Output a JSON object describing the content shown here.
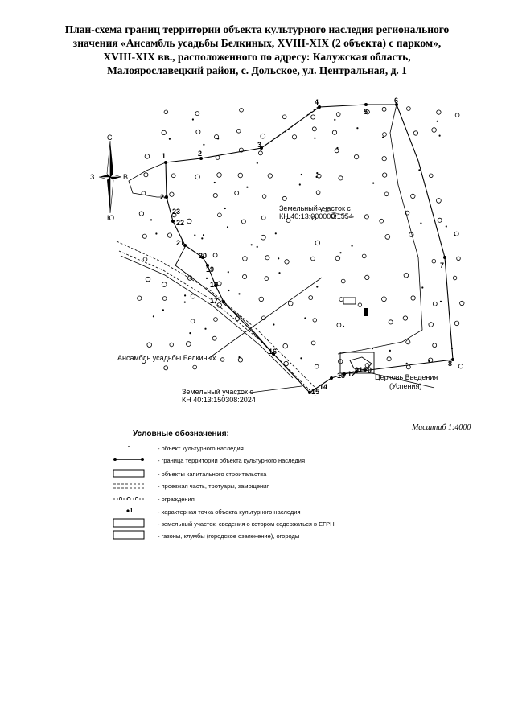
{
  "title_lines": [
    "План-схема границ территории объекта культурного наследия регионального",
    "значения «Ансамбль усадьбы Белкиных, XVIII-XIX (2 объекта) с парком»,",
    "XVIII-XIX вв., расположенного по адресу: Калужская область,",
    "Малоярославецкий район, с. Дольское, ул. Центральная, д. 1"
  ],
  "map": {
    "parcel_large_label": "Земельный участок с",
    "parcel_large_cadastre": "КН 40:13:000000:1554",
    "parcel_small_label": "Земельный участок с",
    "parcel_small_cadastre": "КН 40:13:150308:2024",
    "ensemble_label": "Ансамбль усадьбы Белкиных",
    "church_label_1": "Церковь Введения",
    "church_label_2": "(Успения)",
    "compass": {
      "n": "С",
      "s": "Ю",
      "w": "З",
      "e": "В"
    },
    "points": [
      "1",
      "2",
      "3",
      "4",
      "5",
      "6",
      "7",
      "8",
      "9",
      "10",
      "11",
      "12",
      "13",
      "14",
      "15",
      "16",
      "17",
      "18",
      "19",
      "20",
      "21",
      "22",
      "23",
      "24"
    ]
  },
  "scale": "Масштаб 1:4000",
  "legend": {
    "title": "Условные обозначения:",
    "items": [
      "- объект культурного наследия",
      "- граница территории объекта культурного наследия",
      "- объекты капитального строительства",
      "- проезжая часть, тротуары, замощения",
      "- ограждения",
      "- характерная точка объекта культурного наследия",
      "- земельный участок, сведения о котором содержаться в ЕГРН",
      "- газоны, клумбы (городское озеленение), огороды"
    ],
    "point_symbol": "1"
  }
}
